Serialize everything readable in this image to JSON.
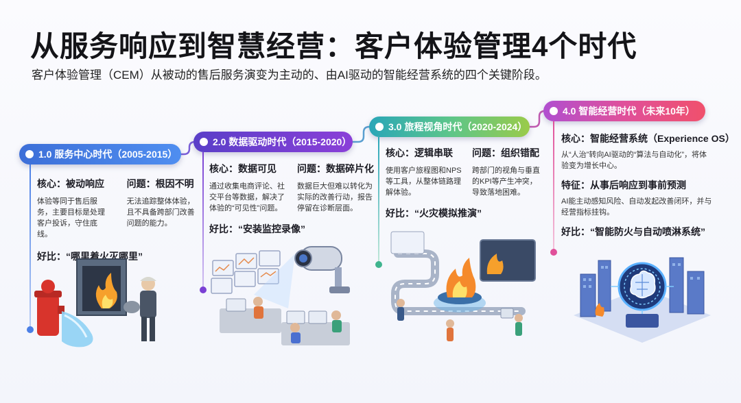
{
  "title": "从服务响应到智慧经营：客户体验管理4个时代",
  "subtitle": "客户体验管理（CEM）从被动的售后服务演变为主动的、由AI驱动的智能经营系统的四个关键阶段。",
  "eras": [
    {
      "header": "1.0 服务中心时代（2005-2015）",
      "core_label": "核心：被动响应",
      "core_text": "体验等同于售后服务，主要目标是处理客户投诉，守住底线。",
      "problem_label": "问题：根因不明",
      "problem_text": "无法追踪整体体验，且不具备跨部门改善问题的能力。",
      "analogy": "好比：“哪里着火灭哪里”",
      "color": "#4a7fe6"
    },
    {
      "header": "2.0 数据驱动时代（2015-2020）",
      "core_label": "核心：数据可见",
      "core_text": "通过收集电商评论、社交平台等数据，解决了体验的“可见性”问题。",
      "problem_label": "问题：数据碎片化",
      "problem_text": "数据巨大但难以转化为实际的改善行动，报告停留在诊断层面。",
      "analogy": "好比：“安装监控录像”",
      "color": "#7a40d4"
    },
    {
      "header": "3.0 旅程视角时代（2020-2024）",
      "core_label": "核心：逻辑串联",
      "core_text": "使用客户旅程图和NPS等工具，从整体链路理解体验。",
      "problem_label": "问题：组织错配",
      "problem_text": "跨部门的视角与垂直的KPI等产生冲突，导致落地困难。",
      "analogy": "好比：“火灾模拟推演”",
      "color": "#3fb48e"
    },
    {
      "header": "4.0 智能经营时代（未来10年）",
      "core_label": "核心：智能经营系统（Experience OS）",
      "core_text": "从“人治”转向AI驱动的“算法与自动化”，将体验变为增长中心。",
      "feature_label": "特征：从事后响应到事前预测",
      "feature_text": "AI能主动感知风险、自动发起改善闭环，并与经营指标挂钩。",
      "analogy": "好比：“智能防火与自动喷淋系统”",
      "color": "#e0509a"
    }
  ],
  "illustrations": [
    "fire-hydrant-fighting-fire-icon",
    "monitoring-room-camera-icon",
    "customer-journey-fire-drill-icon",
    "smart-city-ai-brain-icon"
  ]
}
